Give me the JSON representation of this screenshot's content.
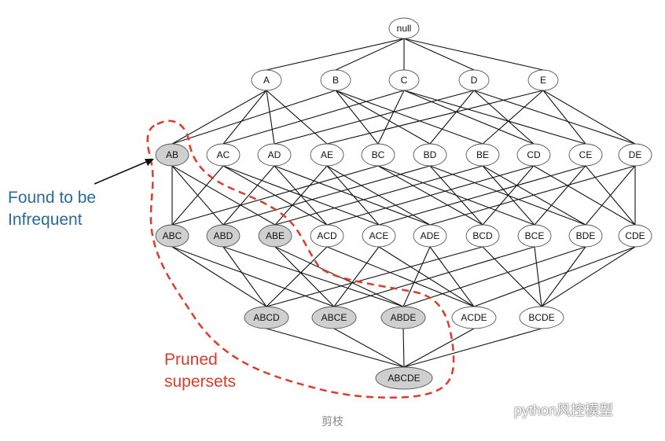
{
  "diagram": {
    "nodes": {
      "null": "null",
      "A": "A",
      "B": "B",
      "C": "C",
      "D": "D",
      "E": "E",
      "AB": "AB",
      "AC": "AC",
      "AD": "AD",
      "AE": "AE",
      "BC": "BC",
      "BD": "BD",
      "BE": "BE",
      "CD": "CD",
      "CE": "CE",
      "DE": "DE",
      "ABC": "ABC",
      "ABD": "ABD",
      "ABE": "ABE",
      "ACD": "ACD",
      "ACE": "ACE",
      "ADE": "ADE",
      "BCD": "BCD",
      "BCE": "BCE",
      "BDE": "BDE",
      "CDE": "CDE",
      "ABCD": "ABCD",
      "ABCE": "ABCE",
      "ABDE": "ABDE",
      "ACDE": "ACDE",
      "BCDE": "BCDE",
      "ABCDE": "ABCDE"
    },
    "pruned_nodes": [
      "AB",
      "ABC",
      "ABD",
      "ABE",
      "ABCD",
      "ABCE",
      "ABDE",
      "ABCDE"
    ],
    "colors": {
      "node_fill": "#ffffff",
      "pruned_fill": "#cfcfcf",
      "node_stroke": "#555555",
      "edge": "#111111",
      "pruned_outline": "#e03a2a"
    }
  },
  "annotations": {
    "found_line1": "Found to be",
    "found_line2": "Infrequent",
    "pruned_line1": "Pruned",
    "pruned_line2": "supersets",
    "found_color": "#2a6b9a",
    "pruned_color": "#e03a2a"
  },
  "caption": "剪枝",
  "watermark": {
    "text": "python风控模型",
    "icon": "wechat-icon"
  }
}
